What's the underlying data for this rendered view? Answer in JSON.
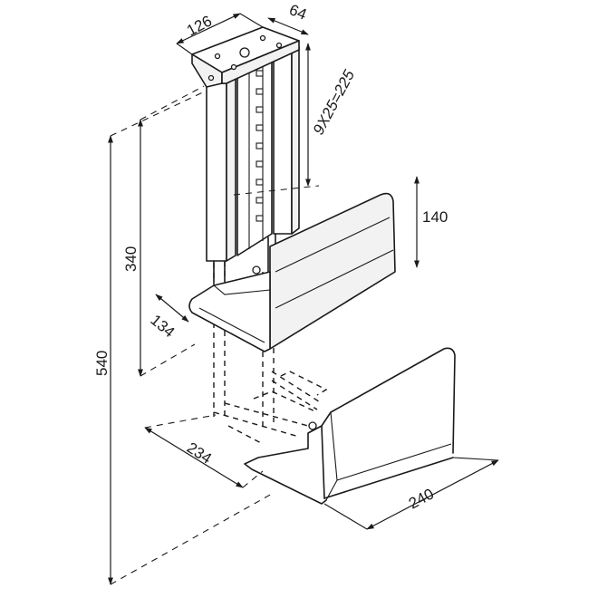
{
  "dimensions": {
    "top_width": "126",
    "top_depth": "64",
    "adjust_range": "9X25=225",
    "side_height": "140",
    "min_height": "340",
    "max_height": "540",
    "shelf_depth": "134",
    "bottom_depth": "234",
    "bottom_width": "240"
  }
}
